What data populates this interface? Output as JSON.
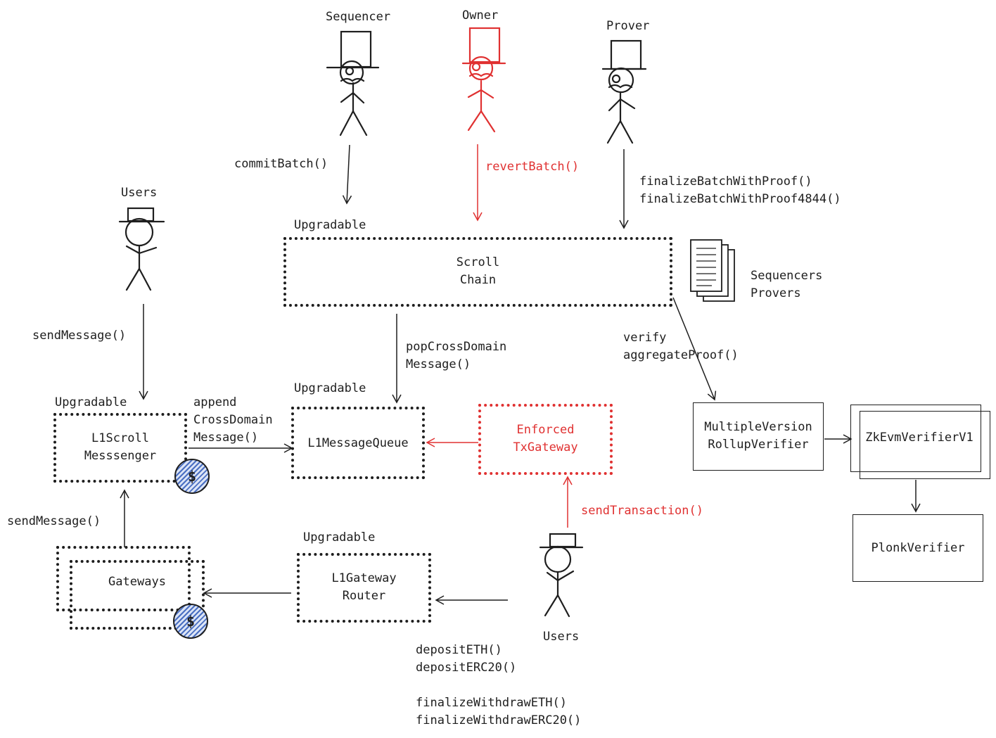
{
  "actors": {
    "sequencer": "Sequencer",
    "owner": "Owner",
    "prover": "Prover",
    "users_top": "Users",
    "users_bottom": "Users"
  },
  "calls": {
    "commit_batch": "commitBatch()",
    "revert_batch": "revertBatch()",
    "finalize_batch": "finalizeBatchWithProof()\nfinalizeBatchWithProof4844()",
    "send_message_top": "sendMessage()",
    "send_message_left": "sendMessage()",
    "pop_cross_domain": "popCrossDomain\nMessage()",
    "append_cross_domain": "append\nCrossDomain\nMessage()",
    "verify_aggregate": "verify\naggregateProof()",
    "send_transaction": "sendTransaction()",
    "deposits": "depositETH()\ndepositERC20()\n\nfinalizeWithdrawETH()\nfinalizeWithdrawERC20()"
  },
  "tags": {
    "upgradable_chain": "Upgradable",
    "upgradable_messenger": "Upgradable",
    "upgradable_queue": "Upgradable",
    "upgradable_router": "Upgradable"
  },
  "contracts": {
    "scroll_chain": "Scroll\nChain",
    "l1_scroll_messenger": "L1Scroll\nMesssenger",
    "l1_message_queue": "L1MessageQueue",
    "enforced_tx_gateway": "Enforced\nTxGateway",
    "gateways": "Gateways",
    "l1_gateway_router": "L1Gateway\nRouter",
    "multiple_version_verifier": "MultipleVersion\nRollupVerifier",
    "zkevm_verifier": "ZkEvmVerifierV1",
    "plonk_verifier": "PlonkVerifier"
  },
  "note": "Sequencers\nProvers",
  "escrow_symbol": "$",
  "colors": {
    "ink": "#1e1e1e",
    "red": "#e03131",
    "escrow_fill": "#4a6fc2"
  },
  "icons": [
    "top-hat-monocle-actor-icon",
    "stick-figure-user-icon",
    "document-stack-icon",
    "dollar-escrow-icon"
  ]
}
